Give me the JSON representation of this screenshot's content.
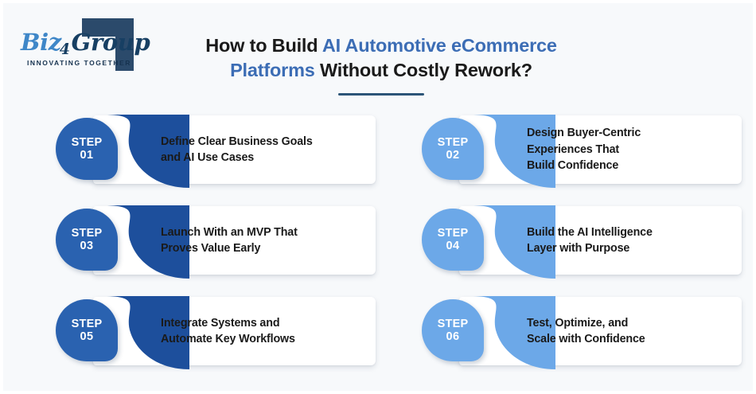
{
  "logo": {
    "name_part1": "Biz",
    "name_part2": "4",
    "name_part3": "Group",
    "tagline": "INNOVATING TOGETHER",
    "bracket_color": "#2b4a6b",
    "accent_color": "#3f87c8"
  },
  "header": {
    "title_lead": "How to Build ",
    "title_highlight": "AI Automotive eCommerce Platforms",
    "title_tail": " Without Costly Rework?",
    "title_line1_lead": "How to Build ",
    "title_line1_highlight": "AI Automotive eCommerce",
    "title_line2_highlight": "Platforms",
    "title_line2_tail": " Without Costly Rework?",
    "highlight_color": "#3c6db5",
    "rule_color": "#2c5578"
  },
  "palette": {
    "background": "#f7f9fb",
    "card": "#ffffff",
    "dark_badge": "#2a62b0",
    "dark_wave": "#1d4f9c",
    "light_badge": "#6ca8e8",
    "light_wave": "#6ca8e8",
    "text": "#1a1a1a"
  },
  "steps": [
    {
      "label": "STEP",
      "number": "01",
      "lines": [
        "Define Clear Business Goals",
        "and AI Use Cases"
      ],
      "badge_color": "#2a62b0",
      "wave_color": "#1d4f9c"
    },
    {
      "label": "STEP",
      "number": "02",
      "lines": [
        "Design Buyer-Centric",
        "Experiences That",
        "Build Confidence"
      ],
      "badge_color": "#6ca8e8",
      "wave_color": "#6ca8e8"
    },
    {
      "label": "STEP",
      "number": "03",
      "lines": [
        "Launch With an MVP That",
        "Proves Value Early"
      ],
      "badge_color": "#2a62b0",
      "wave_color": "#1d4f9c"
    },
    {
      "label": "STEP",
      "number": "04",
      "lines": [
        "Build the AI Intelligence",
        "Layer with Purpose"
      ],
      "badge_color": "#6ca8e8",
      "wave_color": "#6ca8e8"
    },
    {
      "label": "STEP",
      "number": "05",
      "lines": [
        "Integrate Systems and",
        "Automate Key Workflows"
      ],
      "badge_color": "#2a62b0",
      "wave_color": "#1d4f9c"
    },
    {
      "label": "STEP",
      "number": "06",
      "lines": [
        "Test, Optimize, and",
        "Scale with Confidence"
      ],
      "badge_color": "#6ca8e8",
      "wave_color": "#6ca8e8"
    }
  ]
}
